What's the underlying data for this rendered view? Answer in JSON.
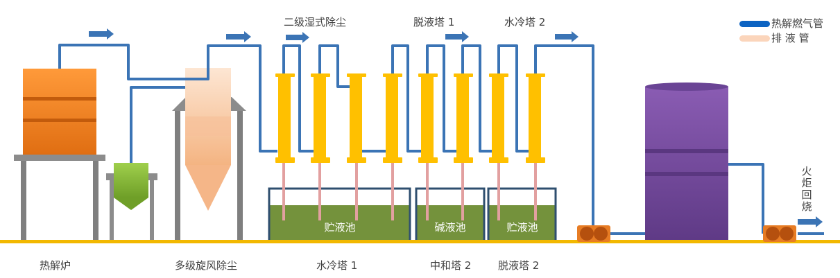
{
  "labels": {
    "pyrolysis_furnace": "热解炉",
    "cyclone": "多级旋风除尘",
    "wet_dust": "二级湿式除尘",
    "water_tower_1": "水冷塔 1",
    "neutralize_tower_2": "中和塔 2",
    "deliquor_tower_1": "脱液塔 1",
    "water_tower_2": "水冷塔 2",
    "deliquor_tower_2": "脱液塔 2",
    "tank_liquid_1": "贮液池",
    "tank_alkali": "碱液池",
    "tank_liquid_2": "贮液池",
    "flare": [
      "火",
      "炬",
      "回",
      "烧"
    ]
  },
  "legend": {
    "gas_pipe": "热解燃气管",
    "drain_pipe": "排 液 管"
  },
  "colors": {
    "pipe": "#3b74b5",
    "drain": "#e2a0a0",
    "tower": "#ffc000",
    "liquid": "#74923c",
    "tank_frame": "#2f4f6f",
    "ground": "#f2b800",
    "furnace": "#f07f1d",
    "hopper": "#8ebf3a",
    "cyclone": "#f9c7a0",
    "vessel": "#7a4fa0",
    "pump": "#c55a11",
    "frame": "#7f7f7f"
  }
}
